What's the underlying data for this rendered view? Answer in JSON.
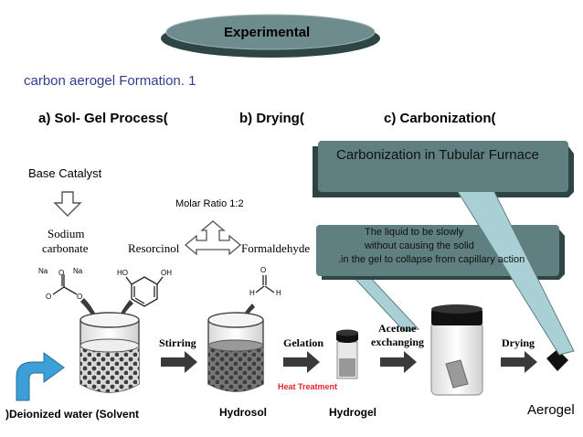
{
  "slide": {
    "title": "Experimental",
    "subtitle": "carbon aerogel Formation. 1",
    "steps": {
      "a": "a) Sol- Gel Process(",
      "b": "b) Drying(",
      "c": "c) Carbonization("
    }
  },
  "callouts": {
    "carbonization": "Carbonization in Tubular Furnace",
    "drying_line1": "The liquid to be slowly",
    "drying_line2": "without causing the solid",
    "drying_line3": ".in the gel to collapse from capillary action"
  },
  "figure": {
    "base_catalyst": "Base Catalyst",
    "molar_ratio": "Molar Ratio 1:2",
    "sodium_carbonate_line1": "Sodium",
    "sodium_carbonate_line2": "carbonate",
    "resorcinol": "Resorcinol",
    "formaldehyde": "Formaldehyde",
    "na1": "Na",
    "na2": "Na",
    "ho": "HO",
    "oh": "OH",
    "h_left": "H",
    "h_right": "H",
    "o_top": "O",
    "o_ring1": "O",
    "o_ring2": "O",
    "o_ring3": "O",
    "stirring": "Stirring",
    "gelation": "Gelation",
    "acetone_line1": "Acetone",
    "acetone_line2": "exchanging",
    "drying": "Drying",
    "heat_treatment": "Heat Treatment",
    "deionized_water": ")Deionized water (Solvent",
    "hydrosol": "Hydrosol",
    "hydrogel": "Hydrogel",
    "aerogel": "Aerogel"
  },
  "colors": {
    "callout_fill": "#5f7f80",
    "callout_shadow": "#2f4445",
    "pointer_fill": "#a9d0d4",
    "heat_treatment": "#e3262c",
    "subtitle": "#2f3d8f",
    "blue_arrow": "#3d9fd8"
  }
}
